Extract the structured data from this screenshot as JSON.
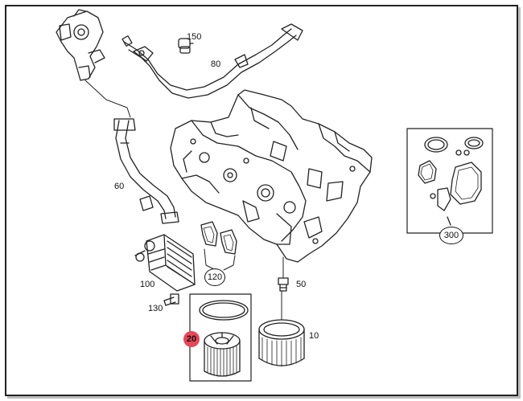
{
  "callouts": {
    "c150": "150",
    "c80": "80",
    "c60": "60",
    "c100": "100",
    "c130": "130",
    "c120": "120",
    "c50": "50",
    "c20": "20",
    "c10": "10",
    "c300": "300"
  },
  "colors": {
    "line": "#222222",
    "highlight": "#e8475a"
  }
}
